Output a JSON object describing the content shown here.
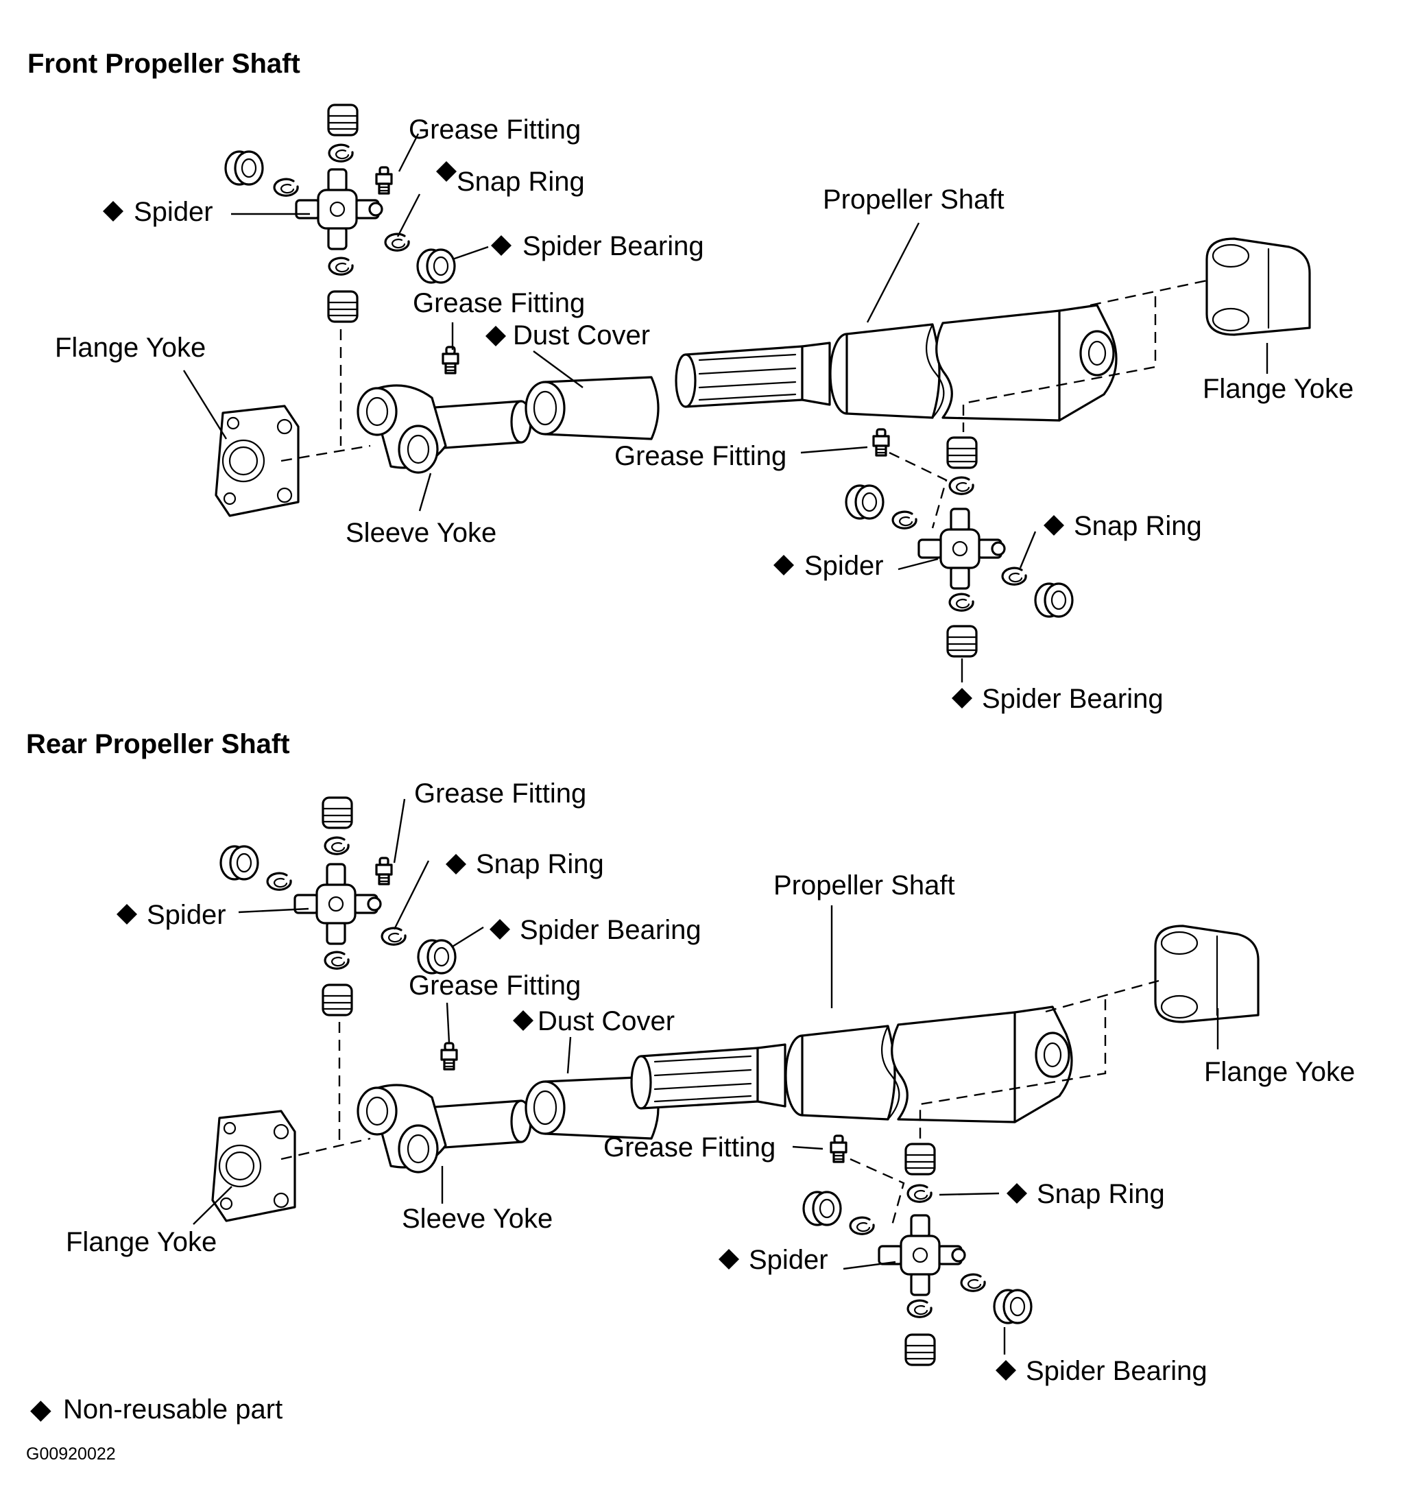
{
  "sections": {
    "front": {
      "title": "Front Propeller Shaft",
      "labels": {
        "grease_fitting_top": "Grease Fitting",
        "snap_ring_top": "Snap Ring",
        "spider_left": "Spider",
        "spider_bearing_top": "Spider Bearing",
        "propeller_shaft": "Propeller Shaft",
        "grease_fitting_mid": "Grease Fitting",
        "dust_cover": "Dust Cover",
        "flange_yoke_left": "Flange Yoke",
        "flange_yoke_right": "Flange Yoke",
        "grease_fitting_right": "Grease Fitting",
        "snap_ring_right": "Snap Ring",
        "spider_right": "Spider",
        "sleeve_yoke": "Sleeve Yoke",
        "spider_bearing_right": "Spider Bearing"
      }
    },
    "rear": {
      "title": "Rear Propeller Shaft",
      "labels": {
        "grease_fitting_top": "Grease Fitting",
        "snap_ring_top": "Snap Ring",
        "spider_left": "Spider",
        "spider_bearing_top": "Spider Bearing",
        "propeller_shaft": "Propeller Shaft",
        "grease_fitting_mid": "Grease Fitting",
        "dust_cover": "Dust Cover",
        "flange_yoke_right": "Flange Yoke",
        "grease_fitting_right": "Grease Fitting",
        "snap_ring_right": "Snap Ring",
        "sleeve_yoke": "Sleeve Yoke",
        "flange_yoke_left": "Flange Yoke",
        "spider_right": "Spider",
        "spider_bearing_right": "Spider Bearing"
      }
    }
  },
  "legend": {
    "symbol": "◆",
    "text": "Non-reusable part"
  },
  "figure_code": "G00920022"
}
